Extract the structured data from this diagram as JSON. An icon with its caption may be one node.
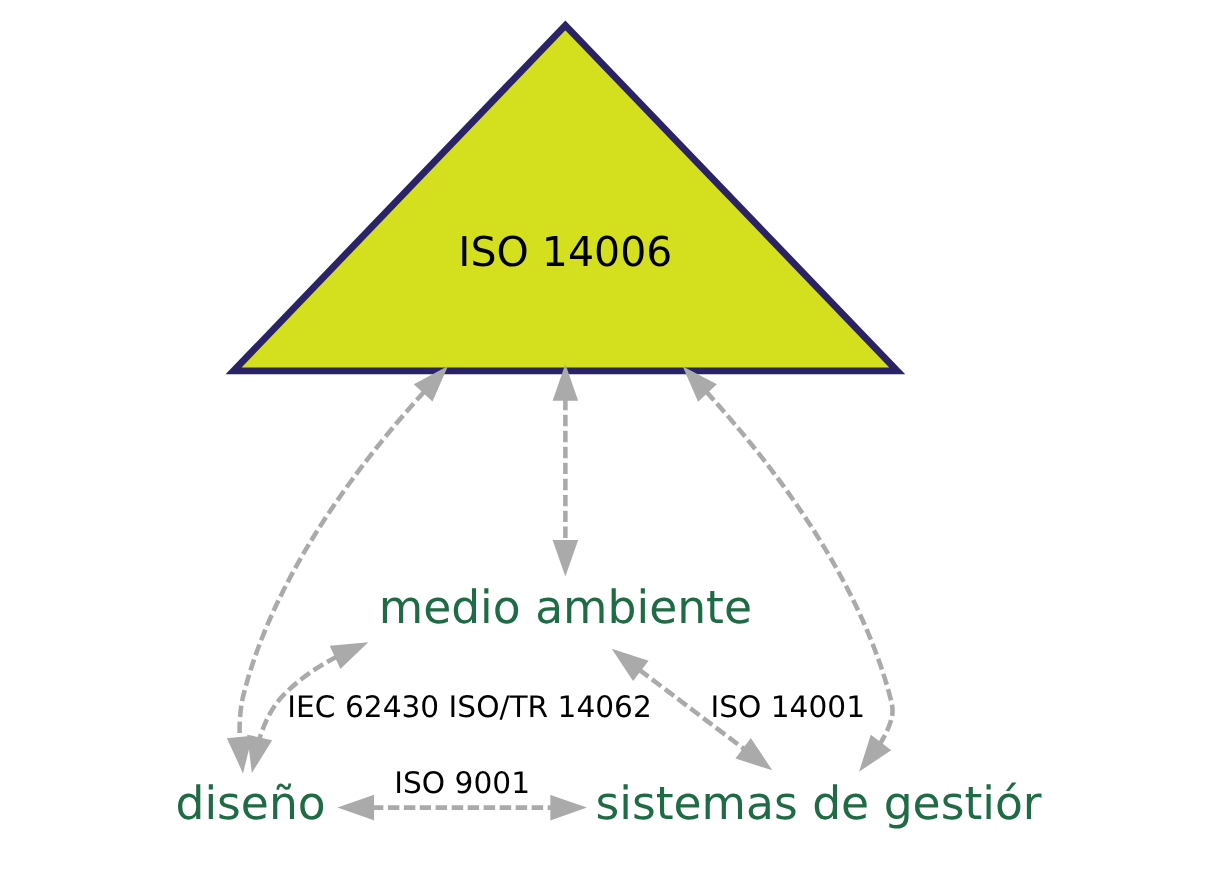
{
  "diagram": {
    "nodes": [
      {
        "text": [
          "medio ambiente"
        ]
      },
      {
        "text": [
          "ISO 14006"
        ]
      },
      {
        "text": [
          "diseño"
        ]
      },
      {
        "text": [
          "sistemas de gestiór"
        ]
      }
    ],
    "edges": [
      {
        "from": 0,
        "to": 2,
        "arrow": "both",
        "style": "dashed",
        "label": "IEC 62430 ISO/TR 14062"
      },
      {
        "from": 0,
        "to": 3,
        "arrow": "both",
        "style": "dashed",
        "label": "ISO 14001"
      },
      {
        "from": 2,
        "to": 3,
        "arrow": "both",
        "style": "dashed",
        "label": "ISO 9001"
      },
      {
        "from": 1,
        "to": 0,
        "arrow": "both",
        "style": "dashed"
      },
      {
        "from": 1,
        "to": 2,
        "arrow": "both",
        "style": "dashed"
      },
      {
        "from": 1,
        "to": 3,
        "arrow": "both",
        "style": "dashed"
      }
    ]
  }
}
